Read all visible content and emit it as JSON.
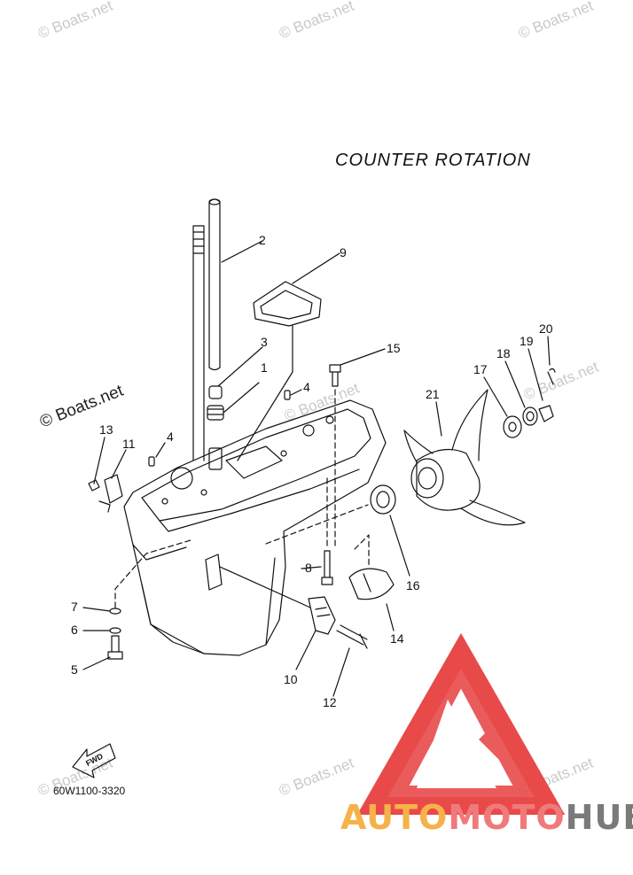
{
  "heading": "COUNTER ROTATION",
  "drawing_code": "60W1100-3320",
  "fwd_label": "FWD",
  "watermarks": {
    "small": "© Boats.net",
    "large": "© Boats.net"
  },
  "brand": {
    "part1": "AUTO",
    "part2": "MOTO",
    "part3": "HUB",
    "colors": {
      "part1": "#f6b24a",
      "part2": "#f07a7a",
      "part3": "#7a7a7a",
      "logo": "#e84a4a"
    }
  },
  "callouts": [
    "1",
    "2",
    "3",
    "4",
    "4",
    "5",
    "6",
    "7",
    "8",
    "9",
    "10",
    "11",
    "12",
    "13",
    "14",
    "15",
    "16",
    "17",
    "18",
    "19",
    "20",
    "21"
  ]
}
